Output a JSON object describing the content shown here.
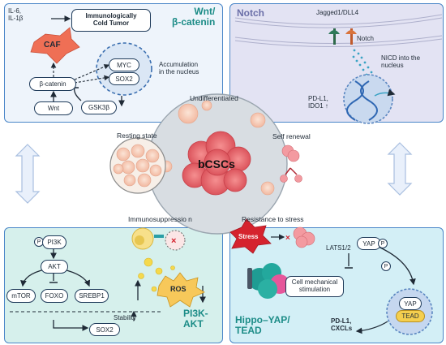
{
  "wnt": {
    "title": "Wnt/\nβ-catenin",
    "il": "IL-6,\nIL-1β",
    "cold_tumor": "Immunologically\nCold Tumor",
    "caf": "CAF",
    "myc": "MYC",
    "sox2": "SOX2",
    "accumulation": "Accumulation\nin the nucleus",
    "beta_catenin": "β-catenin",
    "wnt_label": "Wnt",
    "gsk": "GSK3β"
  },
  "notch": {
    "title": "Notch",
    "ligand": "Jagged1/DLL4",
    "receptor": "Notch",
    "nicd": "NICD into the\nnucleus",
    "targets": "PD-L1,\nIDO1 ↑"
  },
  "center": {
    "title": "bCSCs",
    "undifferentiated": "Undifferentiated",
    "self_renewal": "Self renewal",
    "resting": "Resting state",
    "immunosuppression": "Immunosuppressio n",
    "resistance": "Resistance to stress",
    "stress": "Stress"
  },
  "pi3k": {
    "title": "PI3K-\nAKT",
    "p": "P",
    "pi3k": "PI3K",
    "akt": "AKT",
    "mtor": "mTOR",
    "foxo": "FOXO",
    "srebp1": "SREBP1",
    "ros": "ROS",
    "stability": "Stability",
    "sox2": "SOX2"
  },
  "hippo": {
    "title": "Hippo–YAP/\nTEAD",
    "yap": "YAP",
    "p": "P",
    "lats": "LATS1/2",
    "mechanical": "Cell mechanical\nstimulation",
    "yap_nuc": "YAP",
    "tead": "TEAD",
    "targets": "PD-L1,\nCXCLs"
  },
  "colors": {
    "wnt_bg": "#eef4fb",
    "notch_bg": "#e3e3f3",
    "pi3k_bg": "#d6f0ec",
    "hippo_bg": "#d3eff6",
    "panel_border": "#4a86c8",
    "teal_title": "#1c8c87",
    "caf": "#ef6f55",
    "tumor": "#e86a6e",
    "stress": "#d5232e"
  }
}
